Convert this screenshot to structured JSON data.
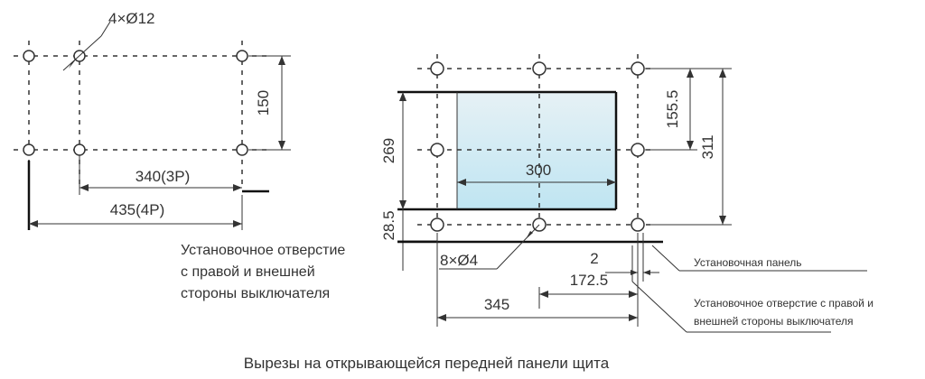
{
  "left_view": {
    "hole_label": "4×Ø12",
    "dim_150": "150",
    "dim_340": "340(3P)",
    "dim_435": "435(4P)",
    "note_lines": [
      "Установочное отверстие",
      "с правой и внешней",
      "стороны выключателя"
    ]
  },
  "right_view": {
    "dim_269": "269",
    "dim_28_5": "28.5",
    "dim_300": "300",
    "dim_155_5": "155.5",
    "dim_311": "311",
    "hole_label": "8×Ø4",
    "dim_2": "2",
    "dim_345": "345",
    "dim_172_5": "172.5",
    "callout_panel": "Установочная панель",
    "callout_hole_lines": [
      "Установочное отверстие с правой и",
      "внешней стороны выключателя"
    ]
  },
  "caption": "Вырезы на открывающейся передней панели щита",
  "colors": {
    "cutout_fill_top": "#e6f1f5",
    "cutout_fill_bottom": "#bfe5f2"
  }
}
